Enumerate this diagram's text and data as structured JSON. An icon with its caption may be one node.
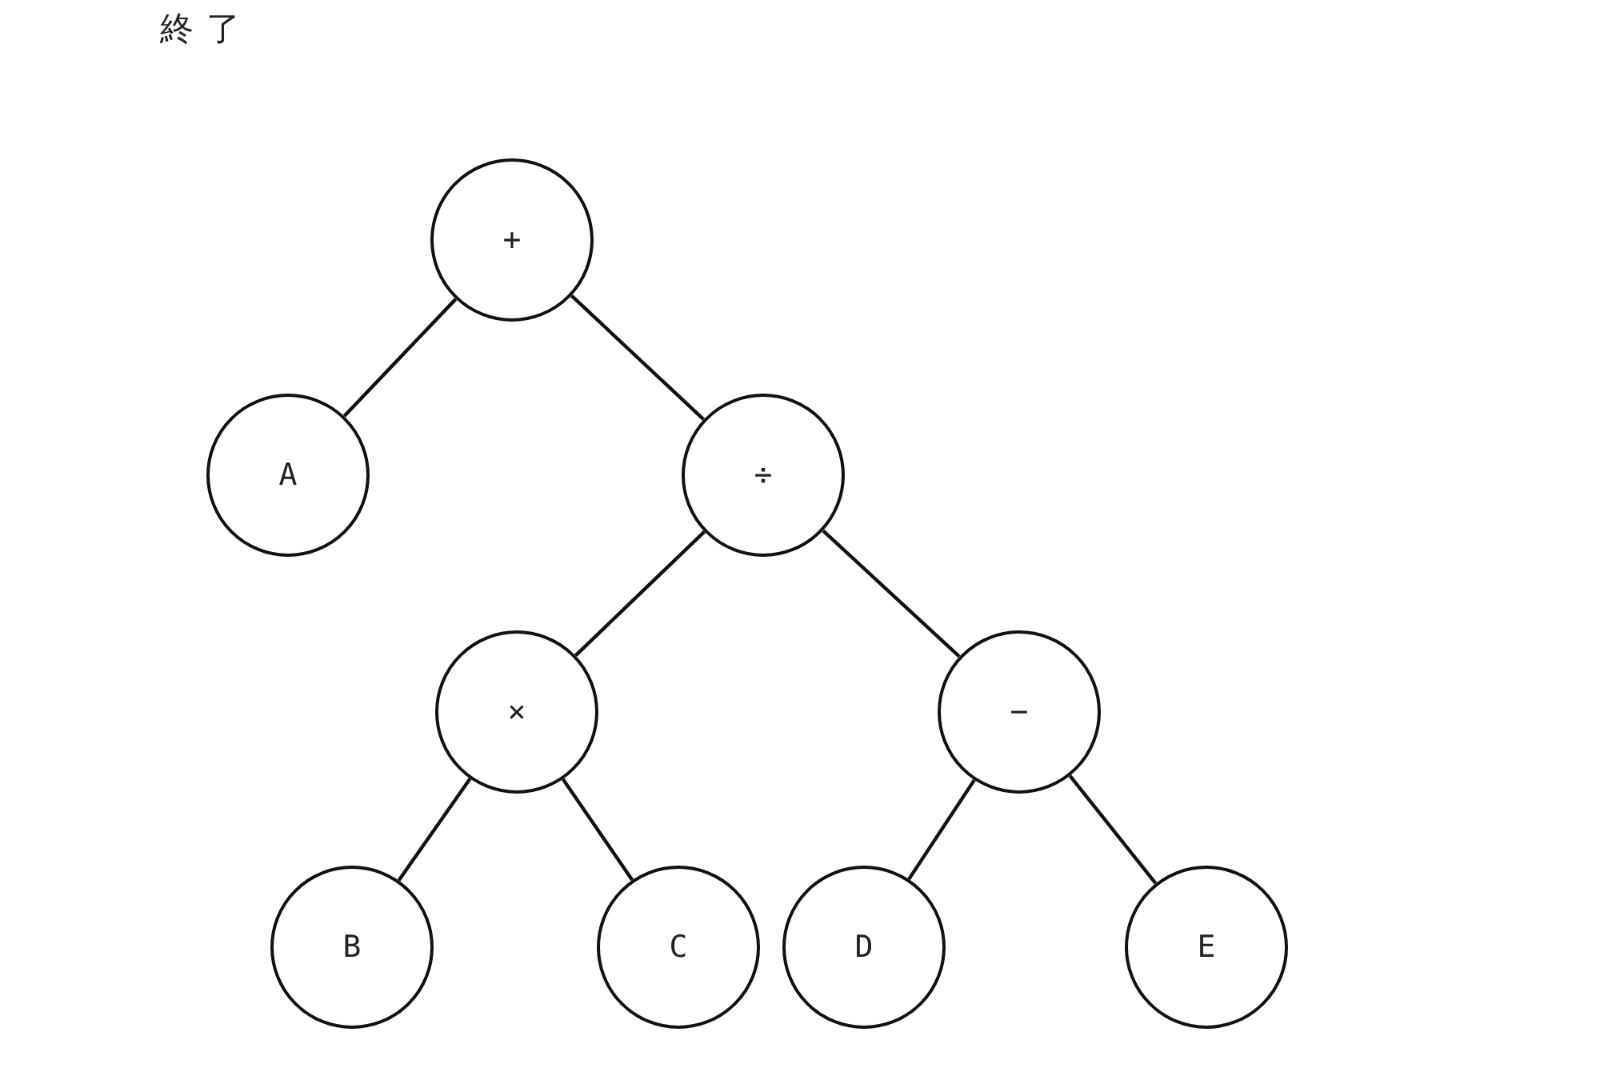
{
  "diagram": {
    "labels": [
      "終了"
    ],
    "nodes": [
      {
        "text": [
          "+"
        ]
      },
      {
        "text": [
          "A"
        ]
      },
      {
        "text": [
          "÷"
        ]
      },
      {
        "text": [
          "×"
        ]
      },
      {
        "text": [
          "−"
        ]
      },
      {
        "text": [
          "B"
        ]
      },
      {
        "text": [
          "C"
        ]
      },
      {
        "text": [
          "D"
        ]
      },
      {
        "text": [
          "E"
        ]
      }
    ],
    "edges": [
      {
        "from": 0,
        "to": 1,
        "arrow": "none"
      },
      {
        "from": 0,
        "to": 2,
        "arrow": "none"
      },
      {
        "from": 2,
        "to": 3,
        "arrow": "none"
      },
      {
        "from": 2,
        "to": 4,
        "arrow": "none"
      },
      {
        "from": 3,
        "to": 5,
        "arrow": "none"
      },
      {
        "from": 3,
        "to": 6,
        "arrow": "none"
      },
      {
        "from": 4,
        "to": 7,
        "arrow": "none"
      },
      {
        "from": 4,
        "to": 8,
        "arrow": "none"
      }
    ]
  }
}
